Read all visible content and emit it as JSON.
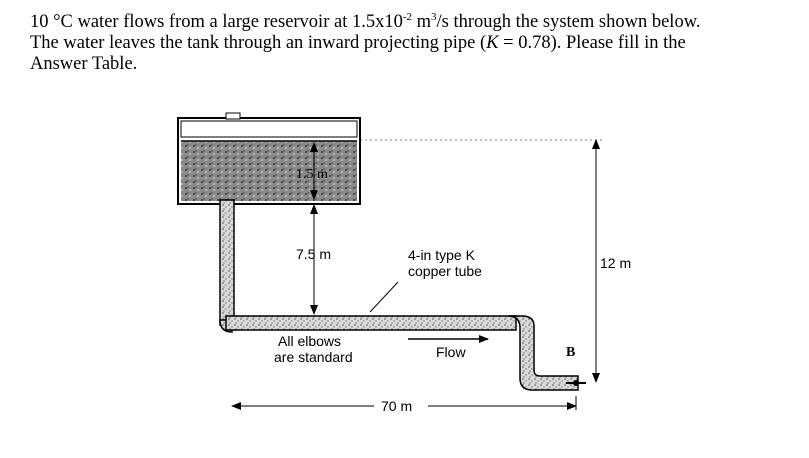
{
  "problem": {
    "line1_pre": "10 °C water flows from a large reservoir at 1.5x10",
    "line1_exp1": "-2",
    "line1_mid": " m",
    "line1_exp2": "3",
    "line1_post": "/s through the system shown below.",
    "line2_pre": "The water leaves the tank through an inward projecting pipe (",
    "line2_k": "K",
    "line2_post": " = 0.78).  Please fill in the",
    "line3": "Answer Table."
  },
  "figure": {
    "label_tank_depth": "1.5 m",
    "label_drop": "7.5 m",
    "label_pipe_line1": "4-in type K",
    "label_pipe_line2": "copper tube",
    "label_height": "12 m",
    "label_elbows_line1": "All elbows",
    "label_elbows_line2": "are standard",
    "label_flow": "Flow",
    "label_point": "B",
    "label_length": "70 m"
  }
}
